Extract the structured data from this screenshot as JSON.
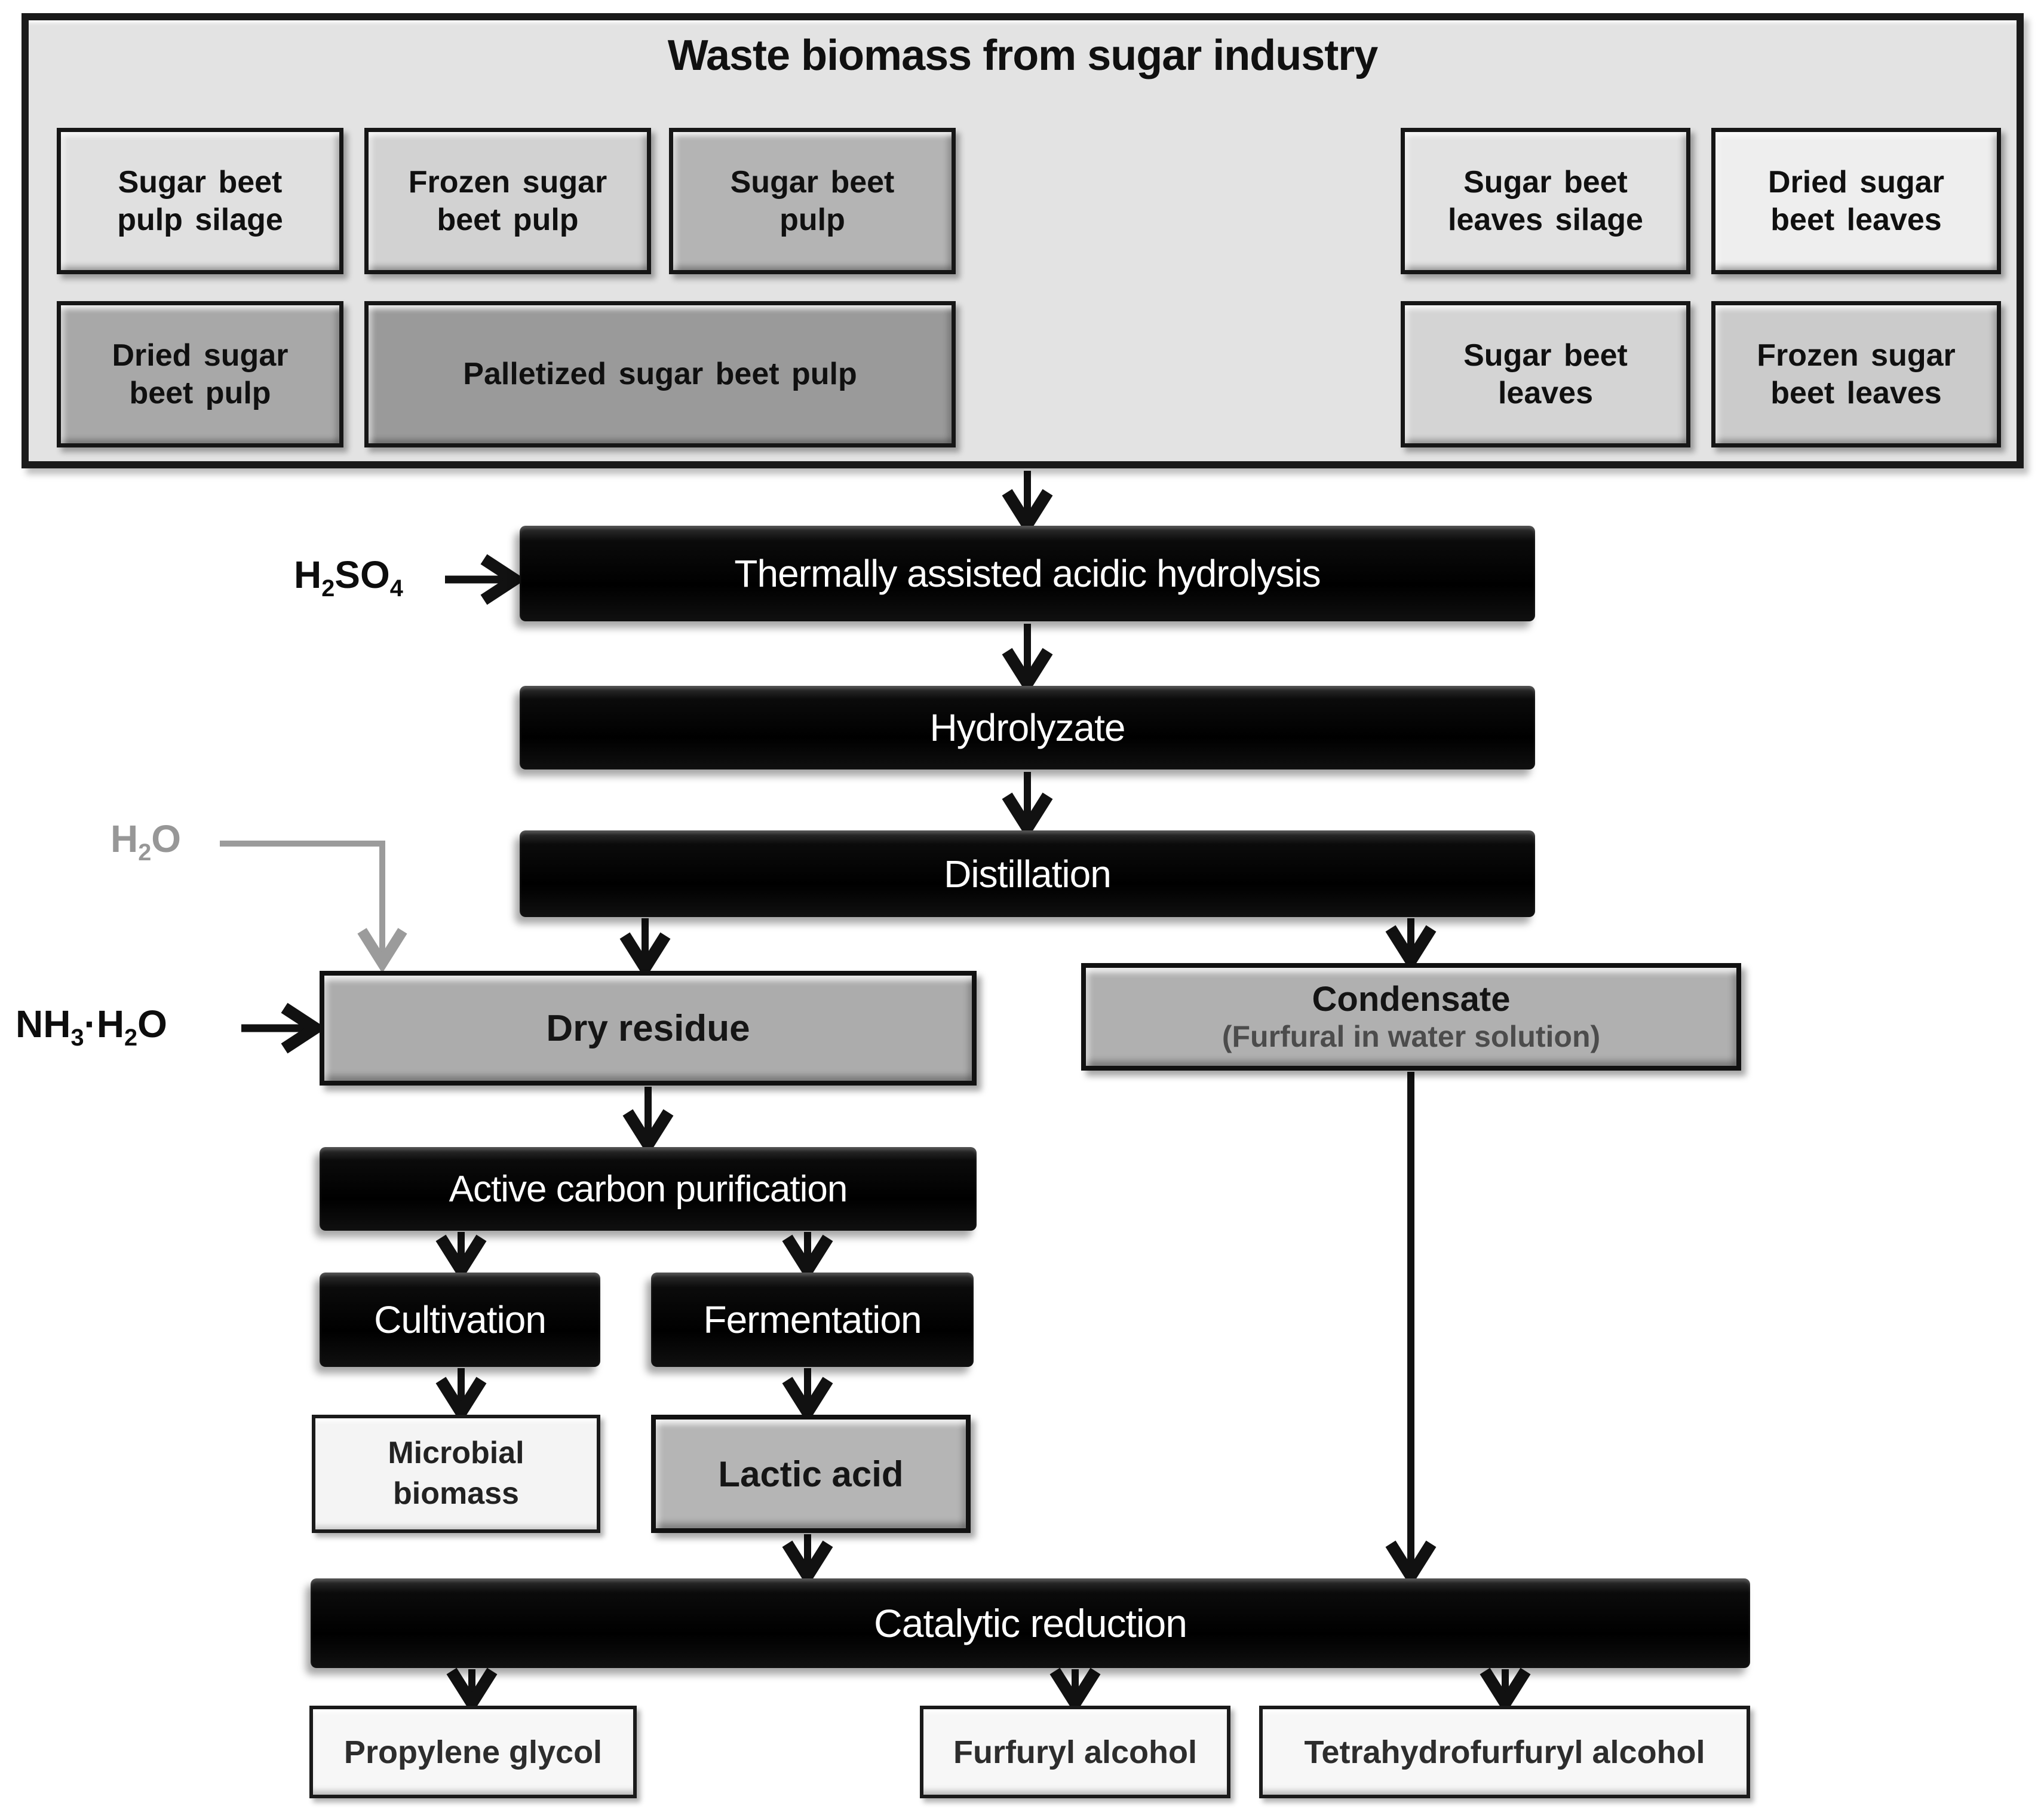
{
  "diagram_title": "Waste biomass from sugar industry",
  "colors": {
    "container_fill": "#e3e3e3",
    "process_box_fill": "#0a0a0a",
    "process_box_text": "#ffffff",
    "arrow_black": "#111111",
    "arrow_gray": "#9b9b9b",
    "condensate_subtitle_text": "#4c4c4c",
    "h2o_label_text": "#979797"
  },
  "biomass_sources": {
    "pulp": [
      {
        "label": "Sugar beet pulp silage",
        "fill": "#e0e0e0"
      },
      {
        "label": "Frozen sugar beet pulp",
        "fill": "#d2d2d2"
      },
      {
        "label": "Sugar beet pulp",
        "fill": "#b4b4b4"
      },
      {
        "label": "Dried sugar beet pulp",
        "fill": "#a8a8a8"
      },
      {
        "label": "Palletized sugar beet pulp",
        "fill": "#9a9a9a"
      }
    ],
    "leaves": [
      {
        "label": "Sugar beet leaves silage",
        "fill": "#e2e2e2"
      },
      {
        "label": "Dried sugar beet leaves",
        "fill": "#eeeeee"
      },
      {
        "label": "Sugar beet leaves",
        "fill": "#d4d4d4"
      },
      {
        "label": "Frozen sugar beet leaves",
        "fill": "#cbcbcb"
      }
    ]
  },
  "processes": {
    "hydrolysis": "Thermally assisted acidic hydrolysis",
    "hydrolyzate": "Hydrolyzate",
    "distillation": "Distillation",
    "active_carbon": "Active carbon purification",
    "cultivation": "Cultivation",
    "fermentation": "Fermentation",
    "catalytic_reduction": "Catalytic reduction"
  },
  "intermediates": {
    "dry_residue": "Dry residue",
    "condensate_title": "Condensate",
    "condensate_subtitle": "(Furfural in water solution)",
    "microbial_biomass": "Microbial biomass",
    "lactic_acid": "Lactic acid"
  },
  "products": {
    "propylene_glycol": "Propylene glycol",
    "furfuryl_alcohol": "Furfuryl alcohol",
    "tetrahydrofurfuryl_alcohol": "Tetrahydrofurfuryl alcohol"
  },
  "reagents": {
    "h2so4": {
      "p1": "H",
      "s1": "2",
      "p2": "SO",
      "s2": "4"
    },
    "h2o": {
      "p1": "H",
      "s1": "2",
      "p2": "O"
    },
    "nh3_h2o": {
      "p1": "NH",
      "s1": "3",
      "p2": "·H",
      "s2": "2",
      "p3": "O"
    }
  }
}
